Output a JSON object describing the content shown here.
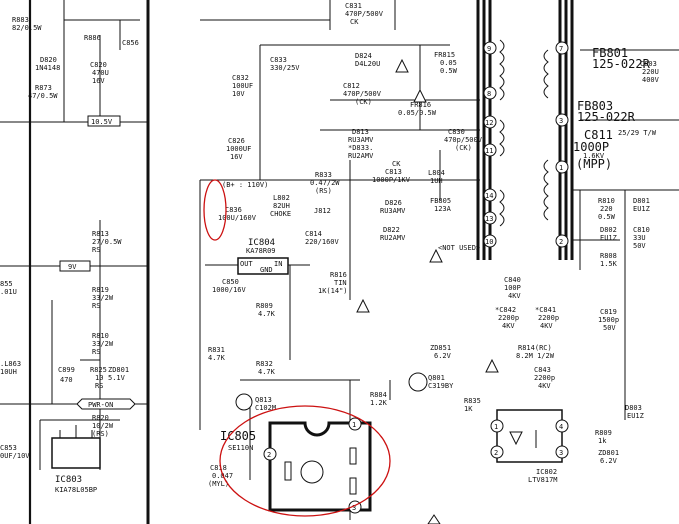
{
  "labels": {
    "r883": "R883",
    "r883v": "82/0.5W",
    "d820": "D820",
    "d820v": "1N4148",
    "r873": "R873",
    "r873v": "47/0.5W",
    "c820": "C820",
    "c820v1": "470U",
    "c820v2": "16V",
    "r886": "R886",
    "c856": "C856",
    "c831": "C831",
    "c831v": "470P/500V",
    "ck1": "CK",
    "d824": "D824",
    "d824v": "D4L20U",
    "c832": "C832",
    "c832v1": "100UF",
    "c832v2": "10V",
    "c833": "C833",
    "c833v": "330/25V",
    "c812": "C812",
    "c812v": "470P/500V",
    "ck2": "(CK)",
    "d813": "D813",
    "d813v1": "RU3AMV",
    "d813v2": "*D833.",
    "d813v3": "RU2AMV",
    "fr815": "FR815",
    "fr815v1": "0.05",
    "fr815v2": "0.5W",
    "fr816": "FR816",
    "fr816v": "0.05/0.5W",
    "c830": "C830",
    "c830v1": "470p/500V",
    "c830v2": "(CK)",
    "fb801": "FB801",
    "fb801v": "125-022R",
    "c803": "C803",
    "c803v1": "220U",
    "c803v2": "400V",
    "fb803": "FB803",
    "fb803v": "125-022R",
    "c811": "C811",
    "c811v1": "1000P",
    "c811v2": "1.6KV",
    "c811v3": "(MPP)",
    "tw": "25/29 T/W",
    "v105": "10.5V",
    "c826": "C826",
    "c826v1": "1000UF",
    "c826v2": "16V",
    "b110": "(B+ : 110V)",
    "c836": "C836",
    "c836v": "100U/160V",
    "r833": "R833",
    "r833v1": "0.47/2W",
    "r833v2": "(RS)",
    "l802": "L802",
    "l802v1": "82UH",
    "l802v2": "CHOKE",
    "ck3": "CK",
    "c813": "C813",
    "c813v": "1000P/1KV",
    "l804": "L804",
    "l804v": "1UH",
    "j812": "J812",
    "d826": "D826",
    "d826v": "RU3AMV",
    "fb805": "FB805",
    "fb805v": "123A",
    "d822": "D822",
    "d822v": "RU2AMV",
    "r810": "R810",
    "r810v1": "220",
    "r810v2": "0.5W",
    "d801": "D801",
    "d801v": "EU1Z",
    "d802": "D802",
    "d802v": "EU1Z",
    "c810": "C810",
    "c810v1": "33U",
    "c810v2": "50V",
    "r813": "R813",
    "r813v1": "27/0.5W",
    "r813v2": "RS",
    "ic804": "IC804",
    "ic804v": "KA78R09",
    "c814": "C814",
    "c814v": "220/160V",
    "notused": "<NOT USED>",
    "r808": "R808",
    "r808v": "1.5K",
    "v9": "9V",
    "c855": "855",
    "c855v": ".01U",
    "c850": "C850",
    "c850v": "1000/16V",
    "out": "OUT",
    "in": "IN",
    "gnd": "GND",
    "r816": "R816",
    "r816v1": "TIN",
    "r816v2": "1K(14\")",
    "c840": "C840",
    "c840v1": "100P",
    "c840v2": "4KV",
    "r819": "R819",
    "r819v1": "33/2W",
    "r819v2": "RS",
    "r809": "R809",
    "r809v": "4.7K",
    "c842": "*C842",
    "c842v1": "2200p",
    "c842v2": "4KV",
    "c841": "*C841",
    "c841v1": "2200p",
    "c841v2": "4KV",
    "c819": "C819",
    "c819v1": "1500p",
    "c819v2": "50V",
    "r810b": "R810",
    "r810bv1": "33/2W",
    "r810bv2": "RS",
    "l863": ".L863",
    "l863v": "10UH",
    "c899": "C899",
    "c899v": "470",
    "r825": "R825",
    "r825v1": "10",
    "r825v2": "RS",
    "zd801": "ZD801",
    "zd801v": "5.1V",
    "zd851": "ZD851",
    "zd851v": "6.2V",
    "r814": "R814(RC)",
    "r814v": "8.2M 1/2W",
    "c843": "C843",
    "c843v1": "2200p",
    "c843v2": "4KV",
    "r831": "R831",
    "r831v": "4.7K",
    "r832": "R832",
    "r832v": "4.7K",
    "q801": "Q801",
    "q801v": "C319BY",
    "pwron": "PWR-ON",
    "q813": "Q813",
    "q813v": "C102M",
    "r884": "R884",
    "r884v": "1.2K",
    "r835": "R835",
    "r835v": "1K",
    "d803": "D803",
    "d803v": "EU1Z",
    "r820": "R820",
    "r820v1": "10/2W",
    "r820v2": "(RS)",
    "ic805": "IC805",
    "ic805v": "SE110N",
    "c853": "C853",
    "c853v": "0UF/10V",
    "c818": "C818",
    "c818v1": "0.047",
    "c818v2": "(MYL)",
    "r809b": "R809",
    "r809bv": "1k",
    "zd801b": "ZD801",
    "zd801bv": "6.2V",
    "ic803": "IC803",
    "ic803v": "KIA78L05BP",
    "ic802": "IC802",
    "ic802v": "LTV817M"
  },
  "pins": {
    "p9": "9",
    "p8": "8",
    "p12": "12",
    "p11": "11",
    "p14": "14",
    "p13": "13",
    "p10": "10",
    "p7": "7",
    "p3": "3",
    "p1": "1",
    "p2": "2",
    "ic805_1": "1",
    "ic805_2": "2",
    "ic805_3": "3",
    "ic802_1": "1",
    "ic802_2": "2",
    "ic802_3": "3",
    "ic802_4": "4"
  },
  "colors": {
    "ink": "#111111",
    "highlight": "#cc1111",
    "paper": "#ffffff"
  }
}
